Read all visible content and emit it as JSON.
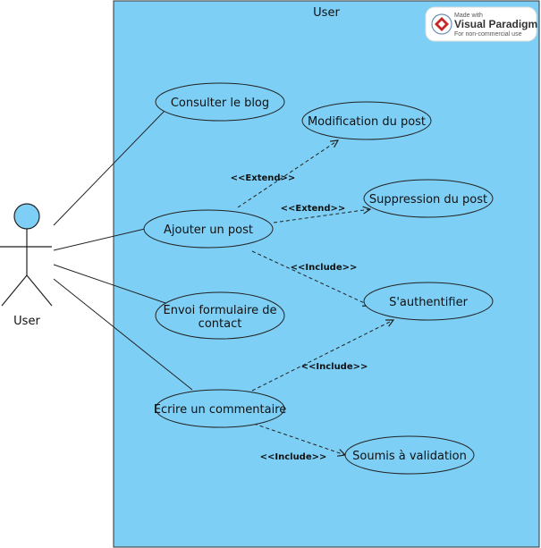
{
  "system": {
    "title": "User",
    "fill_color": "#7dcff5"
  },
  "actor": {
    "label": "User",
    "head_color": "#7dcff5"
  },
  "watermark": {
    "line1": "Made with",
    "line2": "Visual Paradigm",
    "line3": "For non-commercial use"
  },
  "use_cases": {
    "consulter": "Consulter le blog",
    "modification": "Modification du post",
    "suppression": "Suppression du post",
    "ajouter": "Ajouter un post",
    "authentifier": "S'authentifier",
    "envoi_line1": "Envoi formulaire de",
    "envoi_line2": "contact",
    "ecrire": "Ecrire un commentaire",
    "soumis": "Soumis à validation"
  },
  "relations": {
    "extend_modification": "<<Extend>>",
    "extend_suppression": "<<Extend>>",
    "include_ajouter_auth": "<<Include>>",
    "include_ecrire_auth": "<<Include>>",
    "include_ecrire_soumis": "<<Include>>"
  }
}
